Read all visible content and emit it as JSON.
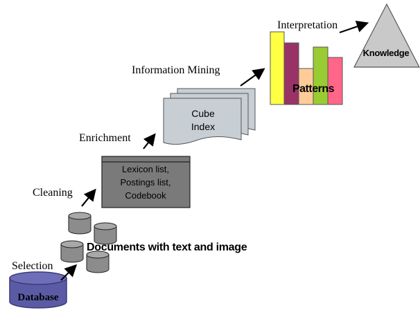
{
  "diagram": {
    "steps": {
      "selection": "Selection",
      "cleaning": "Cleaning",
      "enrichment": "Enrichment",
      "information_mining": "Information Mining",
      "interpretation": "Interpretation"
    },
    "nodes": {
      "database": "Database",
      "documents": "Documents with text and image",
      "lexicon": [
        "Lexicon list,",
        "Postings list,",
        "Codebook"
      ],
      "cube": [
        "Cube",
        "Index"
      ],
      "patterns": "Patterns",
      "knowledge": "Knowledge"
    },
    "colors": {
      "database_fill": "#5b5ba5",
      "cylinder_fill": "#8c8c8c",
      "lexicon_fill": "#7a7a7a",
      "cube_fill": "#c8cfd4",
      "knowledge_fill": "#c9c9c9",
      "pattern_bars": [
        "#ffff44",
        "#993366",
        "#ffcc99",
        "#99cc33",
        "#ff6688"
      ]
    }
  }
}
